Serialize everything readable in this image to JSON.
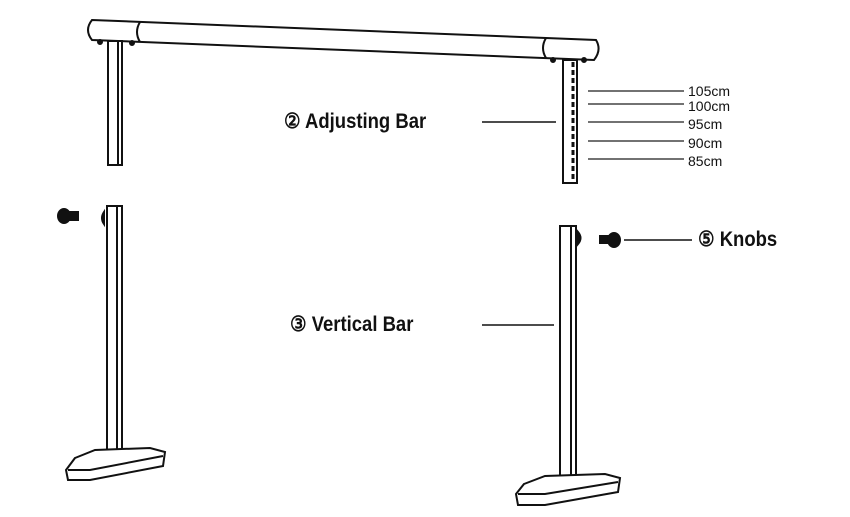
{
  "labels": {
    "adjusting_bar": "② Adjusting Bar",
    "vertical_bar": "③ Vertical Bar",
    "knobs": "⑤ Knobs"
  },
  "heights": [
    "105cm",
    "100cm",
    "95cm",
    "90cm",
    "85cm"
  ],
  "colors": {
    "line": "#111111",
    "background": "#ffffff"
  }
}
